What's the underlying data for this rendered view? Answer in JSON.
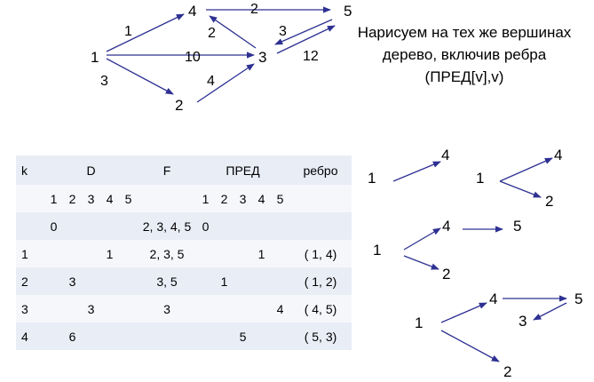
{
  "graph": {
    "nodes": [
      {
        "id": "1",
        "label": "1"
      },
      {
        "id": "2",
        "label": "2"
      },
      {
        "id": "3",
        "label": "3"
      },
      {
        "id": "4",
        "label": "4"
      },
      {
        "id": "5",
        "label": "5"
      }
    ],
    "edges": [
      {
        "from": "1",
        "to": "4",
        "weight": "1"
      },
      {
        "from": "1",
        "to": "3",
        "weight": "10"
      },
      {
        "from": "1",
        "to": "2",
        "weight": "3"
      },
      {
        "from": "4",
        "to": "5",
        "weight": "2"
      },
      {
        "from": "3",
        "to": "4",
        "weight": "2"
      },
      {
        "from": "5",
        "to": "3",
        "weight": "3"
      },
      {
        "from": "3",
        "to": "5",
        "weight": "12"
      },
      {
        "from": "2",
        "to": "3",
        "weight": "4"
      }
    ]
  },
  "note": {
    "line1": "Нарисуем на тех же вершинах",
    "line2": "дерево, включив ребра",
    "line3": "(ПРЕД[v],v)"
  },
  "table": {
    "header": {
      "k": "k",
      "d": "D",
      "f": "F",
      "pred": "ПРЕД",
      "edge": "ребро"
    },
    "subheader": [
      "1",
      "2",
      "3",
      "4",
      "5"
    ],
    "rows": [
      {
        "k": "",
        "d": [
          "0",
          "",
          "",
          "",
          ""
        ],
        "f": "2, 3, 4, 5",
        "pred": [
          "0",
          "",
          "",
          "",
          ""
        ],
        "edge": ""
      },
      {
        "k": "1",
        "d": [
          "",
          "",
          "",
          "1",
          ""
        ],
        "f": "2, 3, 5",
        "pred": [
          "",
          "",
          "",
          "1",
          ""
        ],
        "edge": "( 1, 4)"
      },
      {
        "k": "2",
        "d": [
          "",
          "3",
          "",
          "",
          ""
        ],
        "f": "3, 5",
        "pred": [
          "",
          "1",
          "",
          "",
          ""
        ],
        "edge": "( 1, 2)"
      },
      {
        "k": "3",
        "d": [
          "",
          "",
          "3",
          "",
          ""
        ],
        "f": "3",
        "pred": [
          "",
          "",
          "",
          "",
          "4"
        ],
        "edge": "( 4, 5)"
      },
      {
        "k": "4",
        "d": [
          "",
          "6",
          "",
          "",
          ""
        ],
        "f": "",
        "pred": [
          "",
          "",
          "5",
          "",
          ""
        ],
        "edge": "( 5, 3)"
      }
    ]
  },
  "trees": [
    {
      "nodes": [
        "1",
        "4"
      ],
      "edges": [
        [
          "1",
          "4"
        ]
      ]
    },
    {
      "nodes": [
        "1",
        "4",
        "2"
      ],
      "edges": [
        [
          "1",
          "4"
        ],
        [
          "1",
          "2"
        ]
      ]
    },
    {
      "nodes": [
        "1",
        "4",
        "5",
        "2"
      ],
      "edges": [
        [
          "1",
          "4"
        ],
        [
          "4",
          "5"
        ],
        [
          "1",
          "2"
        ]
      ]
    },
    {
      "nodes": [
        "1",
        "4",
        "5",
        "3",
        "2"
      ],
      "edges": [
        [
          "1",
          "4"
        ],
        [
          "4",
          "5"
        ],
        [
          "5",
          "3"
        ],
        [
          "1",
          "2"
        ]
      ]
    }
  ],
  "colors": {
    "edge": "#2e3192",
    "text": "#000000"
  }
}
